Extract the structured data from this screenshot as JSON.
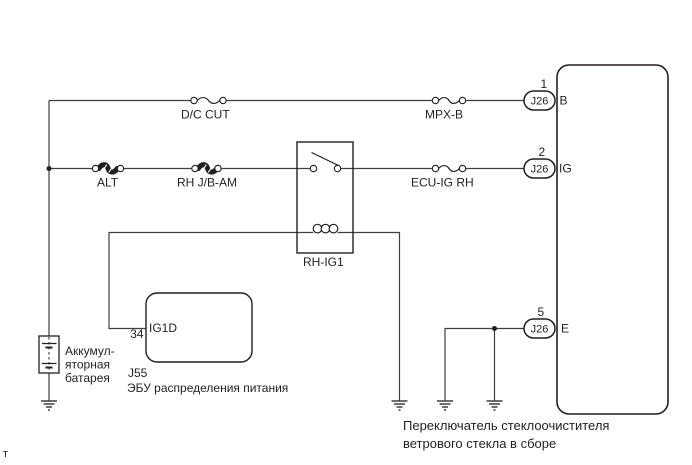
{
  "colors": {
    "wire": "#3f3f3f",
    "outline": "#231f20",
    "text": "#231f20",
    "background": "#ffffff"
  },
  "diagram": {
    "fuses": {
      "dc_cut": "D/C CUT",
      "mpx_b": "MPX-B",
      "alt": "ALT",
      "rh_jb_am": "RH J/B-AM",
      "ecu_ig_rh": "ECU-IG RH"
    },
    "relay": {
      "label": "RH-IG1"
    },
    "battery": {
      "label_lines": [
        "Аккумул-",
        "яторная",
        "батарея"
      ]
    },
    "ecu": {
      "pin_number": "34",
      "pin_name": "IG1D",
      "code": "J55",
      "name": "ЭБУ распределения питания"
    },
    "connector_code": "J26",
    "pins": [
      {
        "number": "1",
        "terminal": "B"
      },
      {
        "number": "2",
        "terminal": "IG"
      },
      {
        "number": "5",
        "terminal": "E"
      }
    ],
    "wiper_switch": {
      "name_line1": "Переключатель стеклоочистителя",
      "name_line2": "ветрового стекла в сборе"
    },
    "footnote": "т"
  }
}
